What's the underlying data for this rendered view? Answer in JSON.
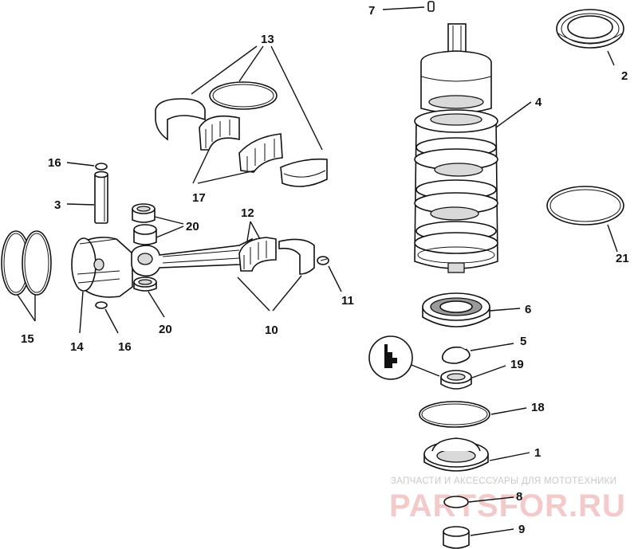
{
  "labels": [
    {
      "id": "1",
      "text": "1"
    },
    {
      "id": "2",
      "text": "2"
    },
    {
      "id": "3",
      "text": "3"
    },
    {
      "id": "4",
      "text": "4"
    },
    {
      "id": "5",
      "text": "5"
    },
    {
      "id": "6",
      "text": "6"
    },
    {
      "id": "7",
      "text": "7"
    },
    {
      "id": "8",
      "text": "8"
    },
    {
      "id": "9",
      "text": "9"
    },
    {
      "id": "10",
      "text": "10"
    },
    {
      "id": "11",
      "text": "11"
    },
    {
      "id": "12",
      "text": "12"
    },
    {
      "id": "13",
      "text": "13"
    },
    {
      "id": "14",
      "text": "14"
    },
    {
      "id": "15",
      "text": "15"
    },
    {
      "id": "16a",
      "text": "16"
    },
    {
      "id": "16b",
      "text": "16"
    },
    {
      "id": "17",
      "text": "17"
    },
    {
      "id": "18",
      "text": "18"
    },
    {
      "id": "19",
      "text": "19"
    },
    {
      "id": "20a",
      "text": "20"
    },
    {
      "id": "20b",
      "text": "20"
    },
    {
      "id": "21",
      "text": "21"
    }
  ],
  "watermark": {
    "top": "ЗАПЧАСТИ И АКСЕССУАРЫ ДЛЯ МОТОТЕХНИКИ",
    "brand": "PARTSFOR.RU"
  },
  "icons": {
    "loctite_badge": "loctite-badge-icon"
  }
}
